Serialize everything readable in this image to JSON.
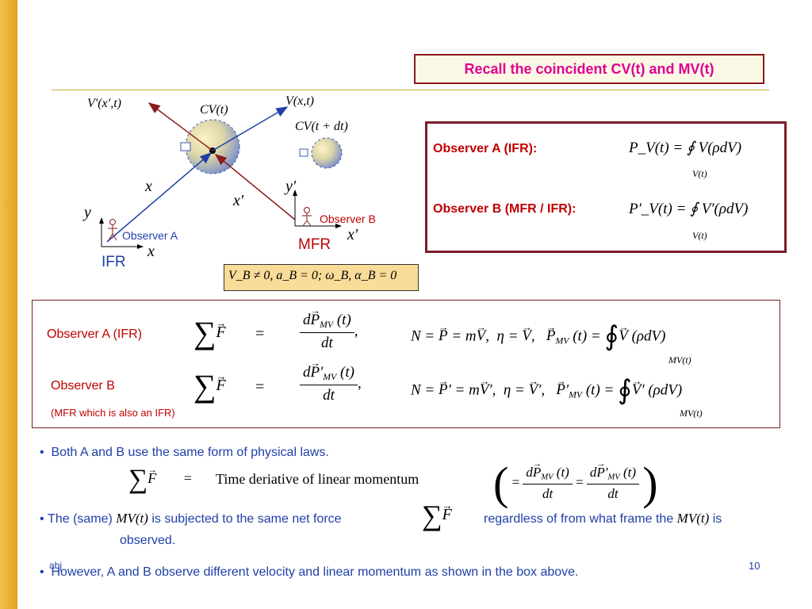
{
  "title": "Recall the coincident CV(t) and MV(t)",
  "diagram": {
    "label_vprime": "V′(x′,t)",
    "label_v": "V(x,t)",
    "label_cv_t": "CV(t)",
    "label_cv_tdt": "CV(t + dt)",
    "label_x": "x",
    "label_xprime": "x′",
    "label_y_axis": "y",
    "label_x_axis": "x",
    "label_yprime_axis": "y′",
    "label_xprime_axis": "x′",
    "observer_a": "Observer A",
    "observer_b": "Observer B",
    "ifr": "IFR",
    "mfr": "MFR",
    "condition": "V_B ≠ 0,  a_B = 0;  ω_B, α_B = 0"
  },
  "momentum_box": {
    "obs_a": "Observer A (IFR):",
    "obs_b": "Observer B (MFR / IFR):",
    "pv": "P_V(t) = ∮ V(ρdV)",
    "pv_prime": "P′_V(t) = ∮ V′(ρdV)",
    "vt_limit": "V(t)"
  },
  "force_box": {
    "obs_a": "Observer A (IFR)",
    "obs_b": "Observer B",
    "obs_b_note": "(MFR which is also an IFR)",
    "mv_limit": "MV(t)"
  },
  "bullets": {
    "b1": "Both A and B use the same form of physical laws.",
    "b1_eq": "Time  deriative  of  linear  momentum",
    "b2_pre": "The (same) ",
    "b2_mvt": "MV(t)",
    "b2_mid": " is subjected to the same net force",
    "b2_post": "regardless of from what frame the ",
    "b2_mvt2": "MV(t)",
    "b2_end": " is",
    "b2_cont": "observed.",
    "b3": "However, A and B observe different velocity and linear momentum as shown in the box above."
  },
  "footer": {
    "author": "abj",
    "page": "10"
  },
  "colors": {
    "left_bar": "#e8a920",
    "rule": "#d4a63a",
    "red": "#c00000",
    "blue": "#1f3fa8",
    "title": "#e00090"
  }
}
